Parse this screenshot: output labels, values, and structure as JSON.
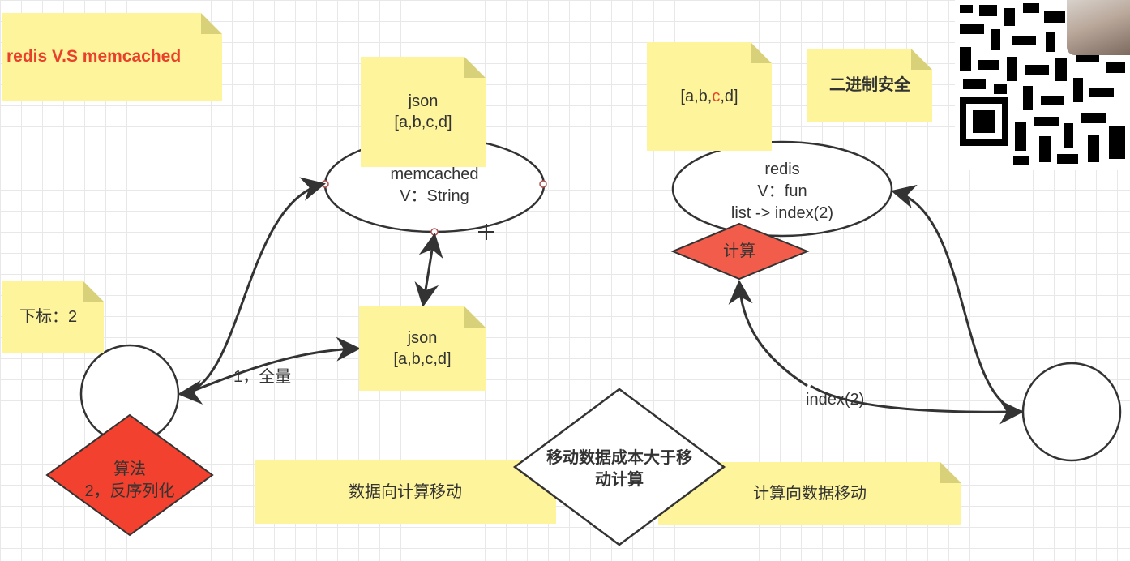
{
  "title_note": "redis V.S memcached",
  "memcached": {
    "note_line1": "json",
    "note_line2": "[a,b,c,d]",
    "ellipse_line1": "memcached",
    "ellipse_line2": "V：String"
  },
  "client_left": {
    "index_note": "下标：2",
    "diamond_line1": "算法",
    "diamond_line2": "2，反序列化",
    "arrow_label": "1，全量",
    "json_line1": "json",
    "json_line2": "[a,b,c,d]"
  },
  "redis": {
    "list_note_prefix": "[a,b,",
    "list_note_highlight": "c",
    "list_note_suffix": ",d]",
    "binary_safe_note": "二进制安全",
    "ellipse_line1": "redis",
    "ellipse_line2": "V：fun",
    "ellipse_line3": "list  ->  index(2)",
    "compute_diamond": "计算",
    "arrow_label": "index(2)"
  },
  "bottom": {
    "left_note": "数据向计算移动",
    "center_line1": "移动数据成本大于移",
    "center_line2": "动计算",
    "right_note": "计算向数据移动"
  },
  "colors": {
    "note": "#fdf49b",
    "diamond_red": "#f25c4a",
    "title_red": "#e8402a"
  }
}
